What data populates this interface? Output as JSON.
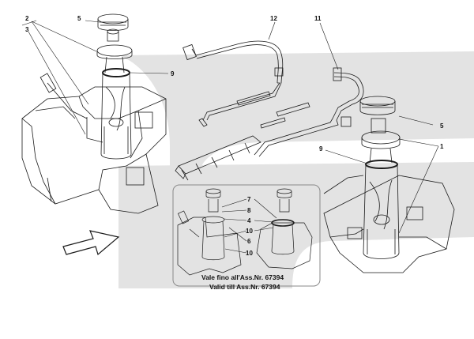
{
  "callouts": {
    "main": [
      "2",
      "3",
      "5",
      "9",
      "12",
      "11",
      "5",
      "9",
      "1"
    ],
    "inset": [
      "7",
      "8",
      "4",
      "10",
      "6",
      "10"
    ]
  },
  "inset_note": {
    "line1": "Vale fino all'Ass.Nr. 67394",
    "line2": "Valid till Ass.Nr. 67394"
  },
  "colors": {
    "watermark": "#e3e3e3",
    "line": "#1a1a1a",
    "inset_border": "#8a8a8a"
  },
  "icons": [
    "direction-arrow-icon"
  ]
}
